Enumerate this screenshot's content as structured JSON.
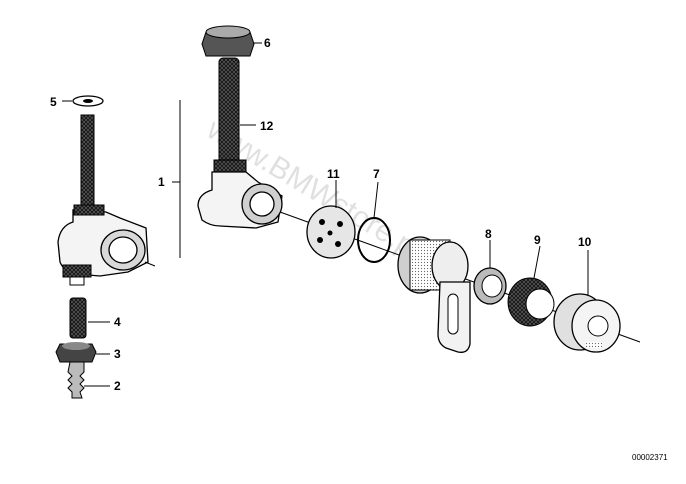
{
  "diagram": {
    "callouts": [
      "1",
      "2",
      "3",
      "4",
      "5",
      "6",
      "7",
      "8",
      "9",
      "10",
      "11",
      "12"
    ],
    "drawing_number": "00002371",
    "watermark": "www.BMWstore.pl"
  }
}
